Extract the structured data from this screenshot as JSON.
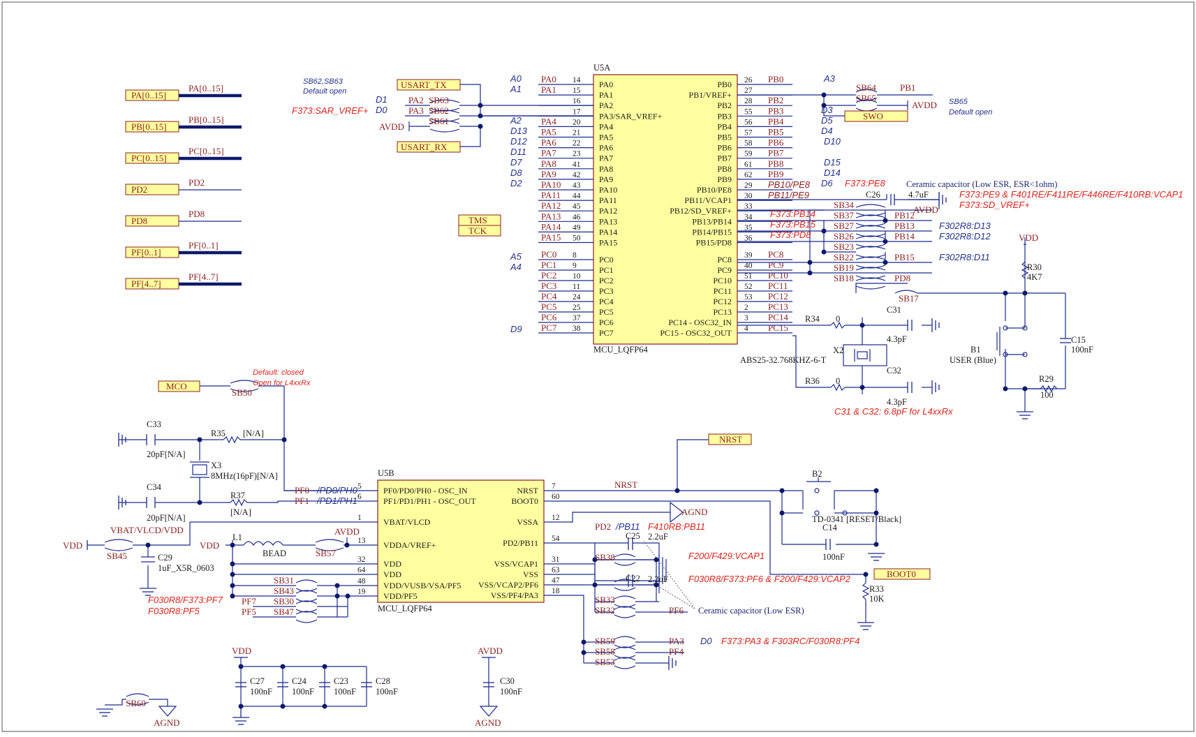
{
  "colors": {
    "wire": "#1a2a8c",
    "bus": "#0d1a6b",
    "chip_fill": "#ffffa0",
    "chip_border": "#8a1f1f",
    "port_fill": "#ffffa0",
    "red_text": "#d9251c",
    "blue_text": "#23308c",
    "net_text": "#8a1f1f"
  },
  "buses": [
    {
      "port": "PA[0..15]",
      "net": "PA[0..15]"
    },
    {
      "port": "PB[0..15]",
      "net": "PB[0..15]"
    },
    {
      "port": "PC[0..15]",
      "net": "PC[0..15]"
    },
    {
      "port": "PD2",
      "net": "PD2"
    },
    {
      "port": "PD8",
      "net": "PD8"
    },
    {
      "port": "PF[0..1]",
      "net": "PF[0..1]"
    },
    {
      "port": "PF[4..7]",
      "net": "PF[4..7]"
    }
  ],
  "u5a": {
    "ref": "U5A",
    "part": "MCU_LQFP64",
    "left": [
      {
        "name": "PA0",
        "num": "14",
        "net": "PA0"
      },
      {
        "name": "PA1",
        "num": "15",
        "net": "PA1"
      },
      {
        "name": "PA2",
        "num": "16",
        "net": ""
      },
      {
        "name": "PA3/SAR_VREF+",
        "num": "17",
        "net": ""
      },
      {
        "name": "PA4",
        "num": "20",
        "net": "PA4"
      },
      {
        "name": "PA5",
        "num": "21",
        "net": "PA5"
      },
      {
        "name": "PA6",
        "num": "22",
        "net": "PA6"
      },
      {
        "name": "PA7",
        "num": "23",
        "net": "PA7"
      },
      {
        "name": "PA8",
        "num": "41",
        "net": "PA8"
      },
      {
        "name": "PA9",
        "num": "42",
        "net": "PA9"
      },
      {
        "name": "PA10",
        "num": "43",
        "net": "PA10"
      },
      {
        "name": "PA11",
        "num": "44",
        "net": "PA11"
      },
      {
        "name": "PA12",
        "num": "45",
        "net": "PA12"
      },
      {
        "name": "PA13",
        "num": "46",
        "net": "PA13"
      },
      {
        "name": "PA14",
        "num": "49",
        "net": "PA14"
      },
      {
        "name": "PA15",
        "num": "50",
        "net": "PA15"
      },
      {
        "name": "PC0",
        "num": "8",
        "net": "PC0"
      },
      {
        "name": "PC1",
        "num": "9",
        "net": "PC1"
      },
      {
        "name": "PC2",
        "num": "10",
        "net": "PC2"
      },
      {
        "name": "PC3",
        "num": "11",
        "net": "PC3"
      },
      {
        "name": "PC4",
        "num": "24",
        "net": "PC4"
      },
      {
        "name": "PC5",
        "num": "25",
        "net": "PC5"
      },
      {
        "name": "PC6",
        "num": "37",
        "net": "PC6"
      },
      {
        "name": "PC7",
        "num": "38",
        "net": "PC7"
      }
    ],
    "right": [
      {
        "name": "PB0",
        "num": "26",
        "net": "PB0"
      },
      {
        "name": "PB1/VREF+",
        "num": "27",
        "net": ""
      },
      {
        "name": "PB2",
        "num": "28",
        "net": "PB2"
      },
      {
        "name": "PB3",
        "num": "55",
        "net": "PB3"
      },
      {
        "name": "PB4",
        "num": "56",
        "net": "PB4"
      },
      {
        "name": "PB5",
        "num": "57",
        "net": "PB5"
      },
      {
        "name": "PB6",
        "num": "58",
        "net": "PB6"
      },
      {
        "name": "PB7",
        "num": "59",
        "net": "PB7"
      },
      {
        "name": "PB8",
        "num": "61",
        "net": "PB8"
      },
      {
        "name": "PB9",
        "num": "62",
        "net": "PB9"
      },
      {
        "name": "PB10/PE8",
        "num": "29",
        "net": "PB10/PE8"
      },
      {
        "name": "PB11/VCAP1",
        "num": "30",
        "net": "PB11/PE9"
      },
      {
        "name": "PB12/SD_VREF+",
        "num": "33",
        "net": ""
      },
      {
        "name": "PB13/PB14",
        "num": "34",
        "net": "F373:PB14"
      },
      {
        "name": "PB14/PB15",
        "num": "35",
        "net": "F373:PB15"
      },
      {
        "name": "PB15/PD8",
        "num": "36",
        "net": "F373:PD8"
      },
      {
        "name": "PC8",
        "num": "39",
        "net": "PC8"
      },
      {
        "name": "PC9",
        "num": "40",
        "net": "PC9"
      },
      {
        "name": "PC10",
        "num": "51",
        "net": "PC10"
      },
      {
        "name": "PC11",
        "num": "52",
        "net": "PC11"
      },
      {
        "name": "PC12",
        "num": "53",
        "net": "PC12"
      },
      {
        "name": "PC13",
        "num": "2",
        "net": "PC13"
      },
      {
        "name": "PC14 - OSC32_IN",
        "num": "3",
        "net": "PC14"
      },
      {
        "name": "PC15 - OSC32_OUT",
        "num": "4",
        "net": "PC15"
      }
    ],
    "arduino_left": [
      "A0",
      "A1",
      "D1",
      "D0",
      "A2",
      "D13",
      "D12",
      "D11",
      "D7",
      "D8",
      "D2",
      "A5",
      "A4",
      "D9"
    ],
    "arduino_right": [
      "A3",
      "D3",
      "D5",
      "D4",
      "D10",
      "D15",
      "D14",
      "D6"
    ]
  },
  "u5b": {
    "ref": "U5B",
    "part": "MCU_LQFP64",
    "left": [
      {
        "name": "PF0/PD0/PH0 - OSC_IN",
        "num": "5"
      },
      {
        "name": "PF1/PD1/PH1 - OSC_OUT",
        "num": "6"
      },
      {
        "name": "VBAT/VLCD",
        "num": "1"
      },
      {
        "name": "VDDA/VREF+",
        "num": "13"
      },
      {
        "name": "VDD",
        "num": "32"
      },
      {
        "name": "VDD",
        "num": "64"
      },
      {
        "name": "VDD/VUSB/VSA/PF5",
        "num": "48"
      },
      {
        "name": "VDD/PF5",
        "num": "19"
      }
    ],
    "right": [
      {
        "name": "NRST",
        "num": "7"
      },
      {
        "name": "BOOT0",
        "num": "60"
      },
      {
        "name": "VSSA",
        "num": "12"
      },
      {
        "name": "PD2/PB11",
        "num": "54"
      },
      {
        "name": "VSS/VCAP1",
        "num": "31"
      },
      {
        "name": "VSS",
        "num": "63"
      },
      {
        "name": "VSS/VCAP2/PF6",
        "num": "47"
      },
      {
        "name": "VSS/PF4/PA3",
        "num": "18"
      }
    ]
  },
  "ports": {
    "usart_tx": "USART_TX",
    "usart_rx": "USART_RX",
    "tms": "TMS",
    "tck": "TCK",
    "swo": "SWO",
    "mco": "MCO",
    "nrst": "NRST",
    "boot0": "BOOT0"
  },
  "solder_bridges": {
    "sb63": "SB63",
    "sb62": "SB62",
    "sb61": "SB61",
    "sb64": "SB64",
    "sb65": "SB65",
    "sb34": "SB34",
    "sb37": "SB37",
    "sb27": "SB27",
    "sb26": "SB26",
    "sb23": "SB23",
    "sb22": "SB22",
    "sb19": "SB19",
    "sb18": "SB18",
    "sb17": "SB17",
    "sb50": "SB50",
    "sb45": "SB45",
    "sb57": "SB57",
    "sb31": "SB31",
    "sb43": "SB43",
    "sb30": "SB30",
    "sb47": "SB47",
    "sb38": "SB38",
    "sb33": "SB33",
    "sb32": "SB32",
    "sb59": "SB59",
    "sb58": "SB58",
    "sb53": "SB53",
    "sb60": "SB60"
  },
  "components": {
    "c26": "C26",
    "c26_val": "4.7uF",
    "c31": "C31",
    "c31_val": "4.3pF",
    "c32": "C32",
    "c32_val": "4.3pF",
    "c15": "C15",
    "c15_val": "100nF",
    "r30": "R30",
    "r30_val": "4K7",
    "r29": "R29",
    "r29_val": "100",
    "r34": "R34",
    "r34_val": "0",
    "r36": "R36",
    "r36_val": "0",
    "x2": "X2",
    "x2_part": "ABS25-32.768KHZ-6-T",
    "b1": "B1",
    "b1_part": "USER (Blue)",
    "c33": "C33",
    "c33_val": "20pF[N/A]",
    "r35": "R35",
    "r35_val": "[N/A]",
    "x3": "X3",
    "x3_part": "8MHz(16pF)[N/A]",
    "c34": "C34",
    "c34_val": "20pF[N/A]",
    "r37": "R37",
    "r37_val": "[N/A]",
    "c29": "C29",
    "c29_val": "1uF_X5R_0603",
    "l1": "L1",
    "l1_val": "BEAD",
    "c25": "C25",
    "c25_val": "2.2uF",
    "c22": "C22",
    "c22_val": "2.2uF",
    "b2": "B2",
    "b2_part": "TD-0341 [RESET/Black]",
    "c14": "C14",
    "c14_val": "100nF",
    "r33": "R33",
    "r33_val": "10K",
    "c27": "C27",
    "c24": "C24",
    "c23": "C23",
    "c28": "C28",
    "c30": "C30",
    "cap100n": "100nF"
  },
  "power": {
    "vdd": "VDD",
    "avdd": "AVDD",
    "agnd": "AGND",
    "vbat_net": "VBAT/VLCD/VDD",
    "nrst_net": "NRST"
  },
  "nets_misc": {
    "pa2": "PA2",
    "pa3": "PA3",
    "pb1": "PB1",
    "pb12": "PB12",
    "pb13": "PB13",
    "pb14": "PB14",
    "pb15": "PB15",
    "pd8": "PD8",
    "pf0": "PF0",
    "pf1": "PF1",
    "pf0_alt": "/PD0/PH0",
    "pf1_alt": "/PD1/PH1",
    "pf7": "PF7",
    "pf5": "PF5",
    "pd2": "PD2",
    "pb11": "/PB11",
    "pf6": "PF6",
    "pa3b": "PA3",
    "pf4": "PF4",
    "d0": "D0"
  },
  "notes": {
    "sb62_63": "SB62,SB63",
    "default_open": "Default open",
    "sb65": "SB65",
    "default_open2": "Default open",
    "default_closed": "Default: closed",
    "open_l4": "Open for L4xxRx",
    "ceramic_low_esr": "Ceramic capacitor (Low ESR, ESR<1ohm)",
    "ceramic_low_esr2": "Ceramic capacitor (Low ESR)"
  },
  "red_notes": {
    "sar_vref": "F373:SAR_VREF+",
    "pe8": "F373:PE8",
    "vcap1_list": "F373:PE9 & F401RE/F411RE/F446RE/F410RB:VCAP1",
    "sd_vref": "F373:SD_VREF+",
    "pb14": "F373:PB14",
    "pb15": "F373:PB15",
    "pd8": "F373:PD8",
    "c31c32": "C31 & C32: 6.8pF for L4xxRx",
    "f410": "F410RB:PB11",
    "f200": "F200/F429:VCAP1",
    "f030": "F030R8/F373:PF6 & F200/F429:VCAP2",
    "pf7": "F030R8/F373:PF7",
    "pf5": "F030R8:PF5",
    "pa3": "F373:PA3 & F303RC/F030R8:PF4"
  },
  "blue_notes": {
    "d13": "F302R8:D13",
    "d12": "F302R8:D12",
    "d11": "F302R8:D11"
  }
}
